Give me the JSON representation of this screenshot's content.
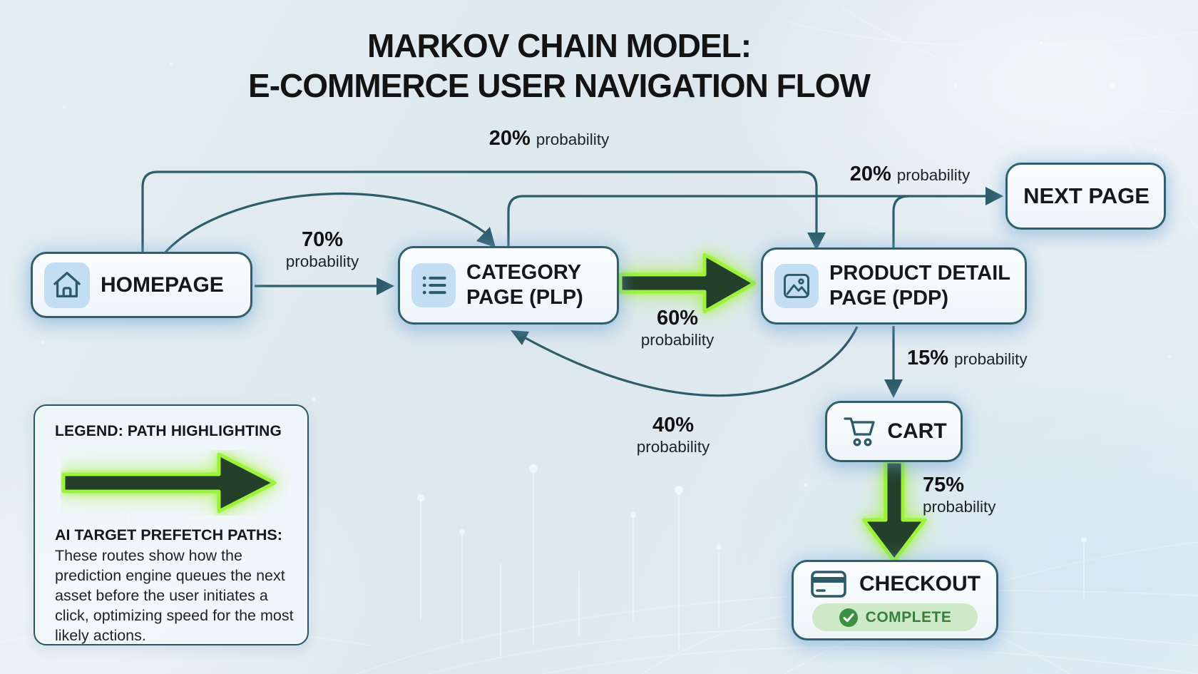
{
  "title": {
    "line1": "MARKOV CHAIN MODEL:",
    "line2": "E-COMMERCE USER NAVIGATION FLOW"
  },
  "nodes": {
    "homepage": {
      "label": "HOMEPAGE",
      "icon": "home-icon"
    },
    "category": {
      "line1": "CATEGORY",
      "line2": "PAGE (PLP)",
      "icon": "list-icon"
    },
    "pdp": {
      "line1": "PRODUCT DETAIL",
      "line2": "PAGE (PDP)",
      "icon": "image-icon"
    },
    "next_page": {
      "label": "NEXT PAGE"
    },
    "cart": {
      "label": "CART",
      "icon": "cart-icon"
    },
    "checkout": {
      "label": "CHECKOUT",
      "icon": "credit-card-icon",
      "badge": "COMPLETE"
    }
  },
  "edges": {
    "home_to_pdp": {
      "percent": "20%",
      "unit": "probability"
    },
    "pdp_to_next": {
      "percent": "20%",
      "unit": "probability"
    },
    "home_to_category": {
      "percent": "70%",
      "unit": "probability"
    },
    "category_to_pdp": {
      "percent": "60%",
      "unit": "probability"
    },
    "pdp_to_cart": {
      "percent": "15%",
      "unit": "probability"
    },
    "pdp_to_category": {
      "percent": "40%",
      "unit": "probability"
    },
    "cart_to_checkout": {
      "percent": "75%",
      "unit": "probability"
    }
  },
  "legend": {
    "title": "LEGEND: PATH HIGHLIGHTING",
    "heading": "AI TARGET PREFETCH PATHS:",
    "body": "These routes show how the prediction engine queues the next asset before the user initiates a click, optimizing speed for the most likely actions."
  },
  "colors": {
    "node_border": "#30606d",
    "arrow": "#2e5c69",
    "highlight_core": "#24402a",
    "highlight_glow": "#9df23d",
    "icon_tile": "#c3ddf2",
    "badge_bg": "#cde9c8",
    "badge_text": "#36803a",
    "badge_circle": "#3c9043",
    "background": "#dde8ee"
  }
}
